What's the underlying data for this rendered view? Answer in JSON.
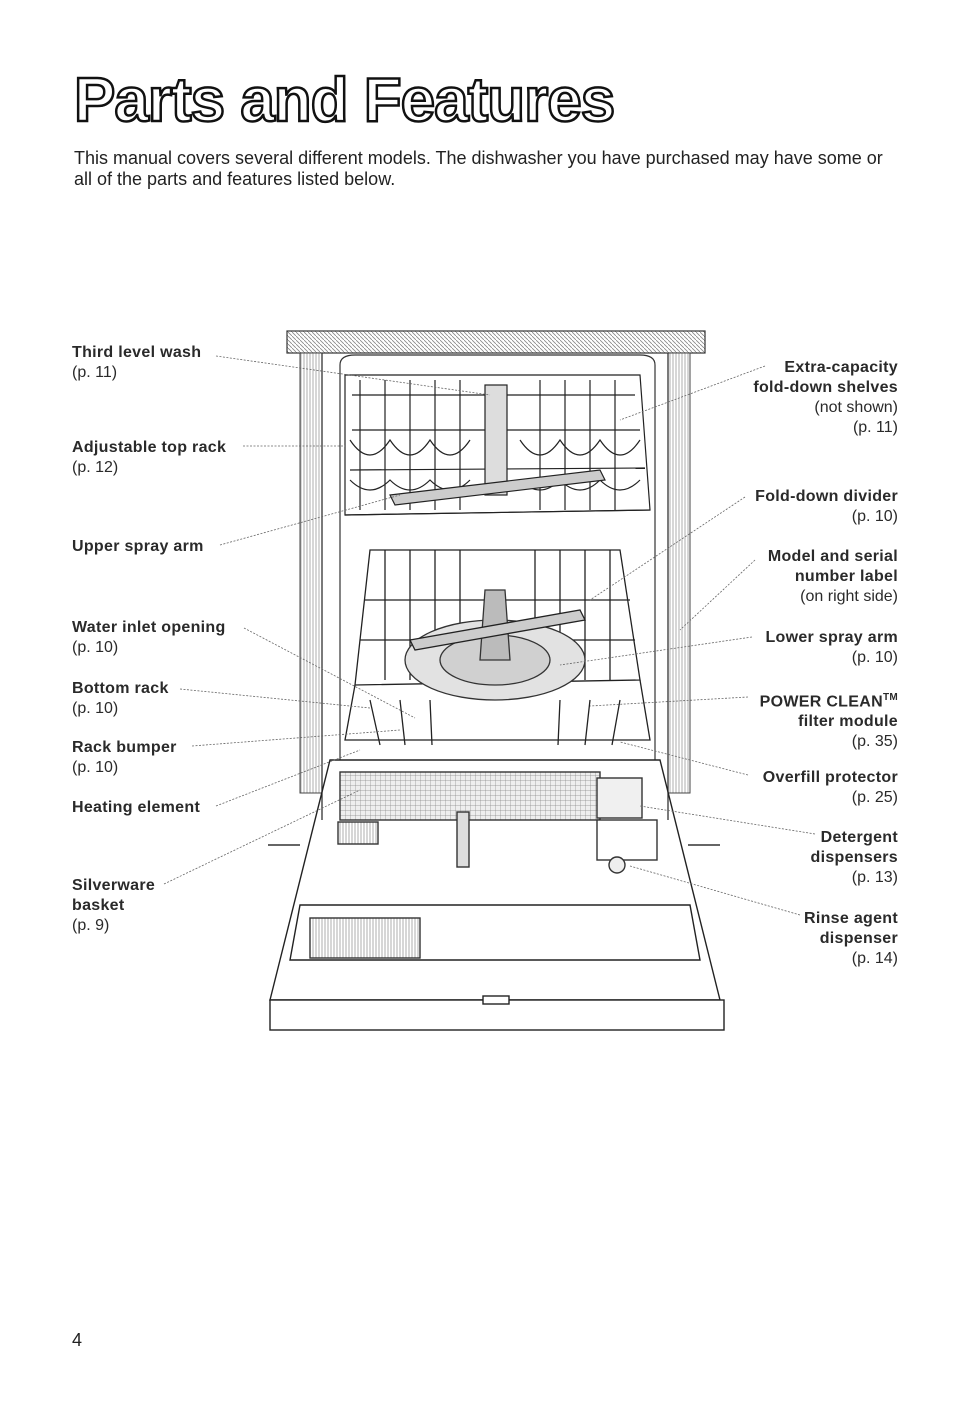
{
  "page": {
    "title": "Parts and Features",
    "intro": "This manual covers several different models. The dishwasher you have purchased may have some or all of the parts and features listed below.",
    "page_number": "4"
  },
  "callouts_left": [
    {
      "name": "Third level wash",
      "sub": [
        "(p. 11)"
      ]
    },
    {
      "name": "Adjustable top rack",
      "sub": [
        "(p. 12)"
      ]
    },
    {
      "name": "Upper spray arm",
      "sub": []
    },
    {
      "name": "Water inlet opening",
      "sub": [
        "(p. 10)"
      ]
    },
    {
      "name": "Bottom rack",
      "sub": [
        "(p. 10)"
      ]
    },
    {
      "name": "Rack bumper",
      "sub": [
        "(p. 10)"
      ]
    },
    {
      "name": "Heating element",
      "sub": []
    },
    {
      "name": "Silverware basket",
      "sub": [
        "(p. 9)"
      ]
    }
  ],
  "callouts_right": [
    {
      "name": "Extra-capacity",
      "name2": "fold-down shelves",
      "sub": [
        "(not shown)",
        "(p. 11)"
      ]
    },
    {
      "name": "Fold-down divider",
      "sub": [
        "(p. 10)"
      ]
    },
    {
      "name": "Model and serial",
      "name2": "number label",
      "sub": [
        "(on right side)"
      ]
    },
    {
      "name": "Lower spray arm",
      "sub": [
        "(p. 10)"
      ]
    },
    {
      "name": "POWER CLEAN",
      "tm": "TM",
      "name2": "filter module",
      "sub": [
        "(p. 35)"
      ]
    },
    {
      "name": "Overfill protector",
      "sub": [
        "(p. 25)"
      ]
    },
    {
      "name": "Detergent",
      "name2": "dispensers",
      "sub": [
        "(p. 13)"
      ]
    },
    {
      "name": "Rinse agent",
      "name2": "dispenser",
      "sub": [
        "(p. 14)"
      ]
    }
  ]
}
